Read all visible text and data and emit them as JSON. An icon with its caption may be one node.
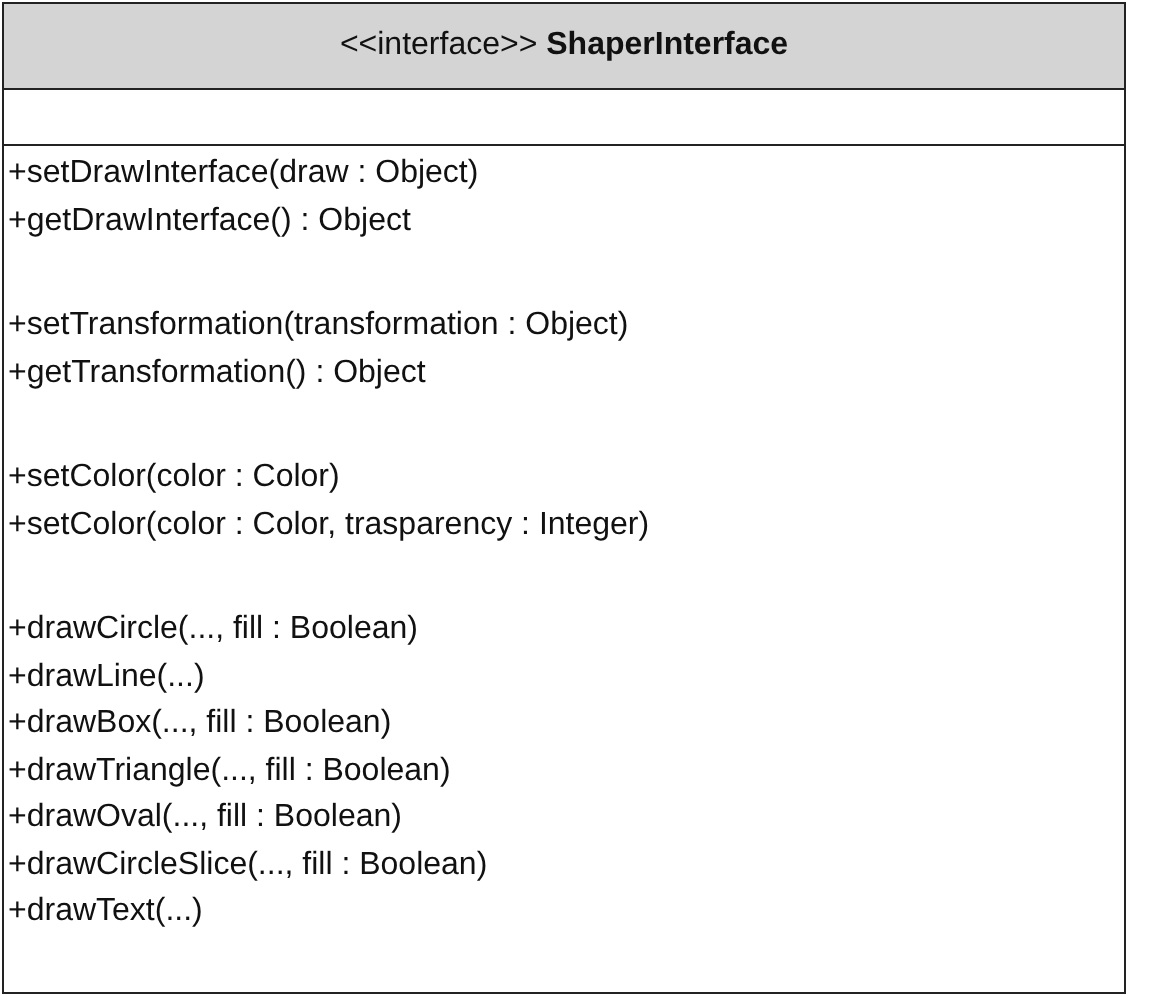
{
  "diagram": {
    "nodes": [
      {
        "text": [
          "<<interface>> **ShaperInterface**",
          "+setDrawInterface(draw : Object)",
          "+getDrawInterface() : Object",
          "+setTransformation(transformation : Object)",
          "+getTransformation() : Object",
          "+setColor(color : Color)",
          "+setColor(color : Color, trasparency : Integer)",
          "+drawCircle(..., fill : Boolean)",
          "+drawLine(...)",
          "+drawBox(..., fill : Boolean)",
          "+drawTriangle(..., fill : Boolean)",
          "+drawOval(..., fill : Boolean)",
          "+drawCircleSlice(..., fill : Boolean)",
          "+drawText(...)"
        ]
      }
    ]
  }
}
